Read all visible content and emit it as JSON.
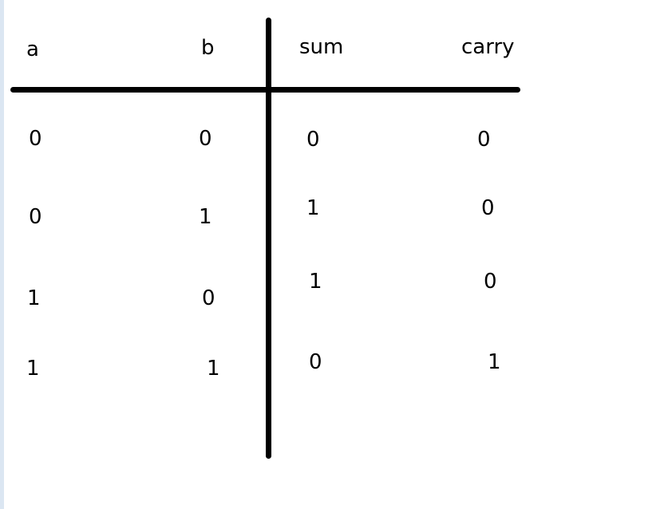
{
  "headers": {
    "a": "a",
    "b": "b",
    "sum": "sum",
    "carry": "carry"
  },
  "rows": [
    {
      "a": "0",
      "b": "0",
      "sum": "0",
      "carry": "0"
    },
    {
      "a": "0",
      "b": "1",
      "sum": "1",
      "carry": "0"
    },
    {
      "a": "1",
      "b": "0",
      "sum": "1",
      "carry": "0"
    },
    {
      "a": "1",
      "b": "1",
      "sum": "0",
      "carry": "1"
    }
  ]
}
